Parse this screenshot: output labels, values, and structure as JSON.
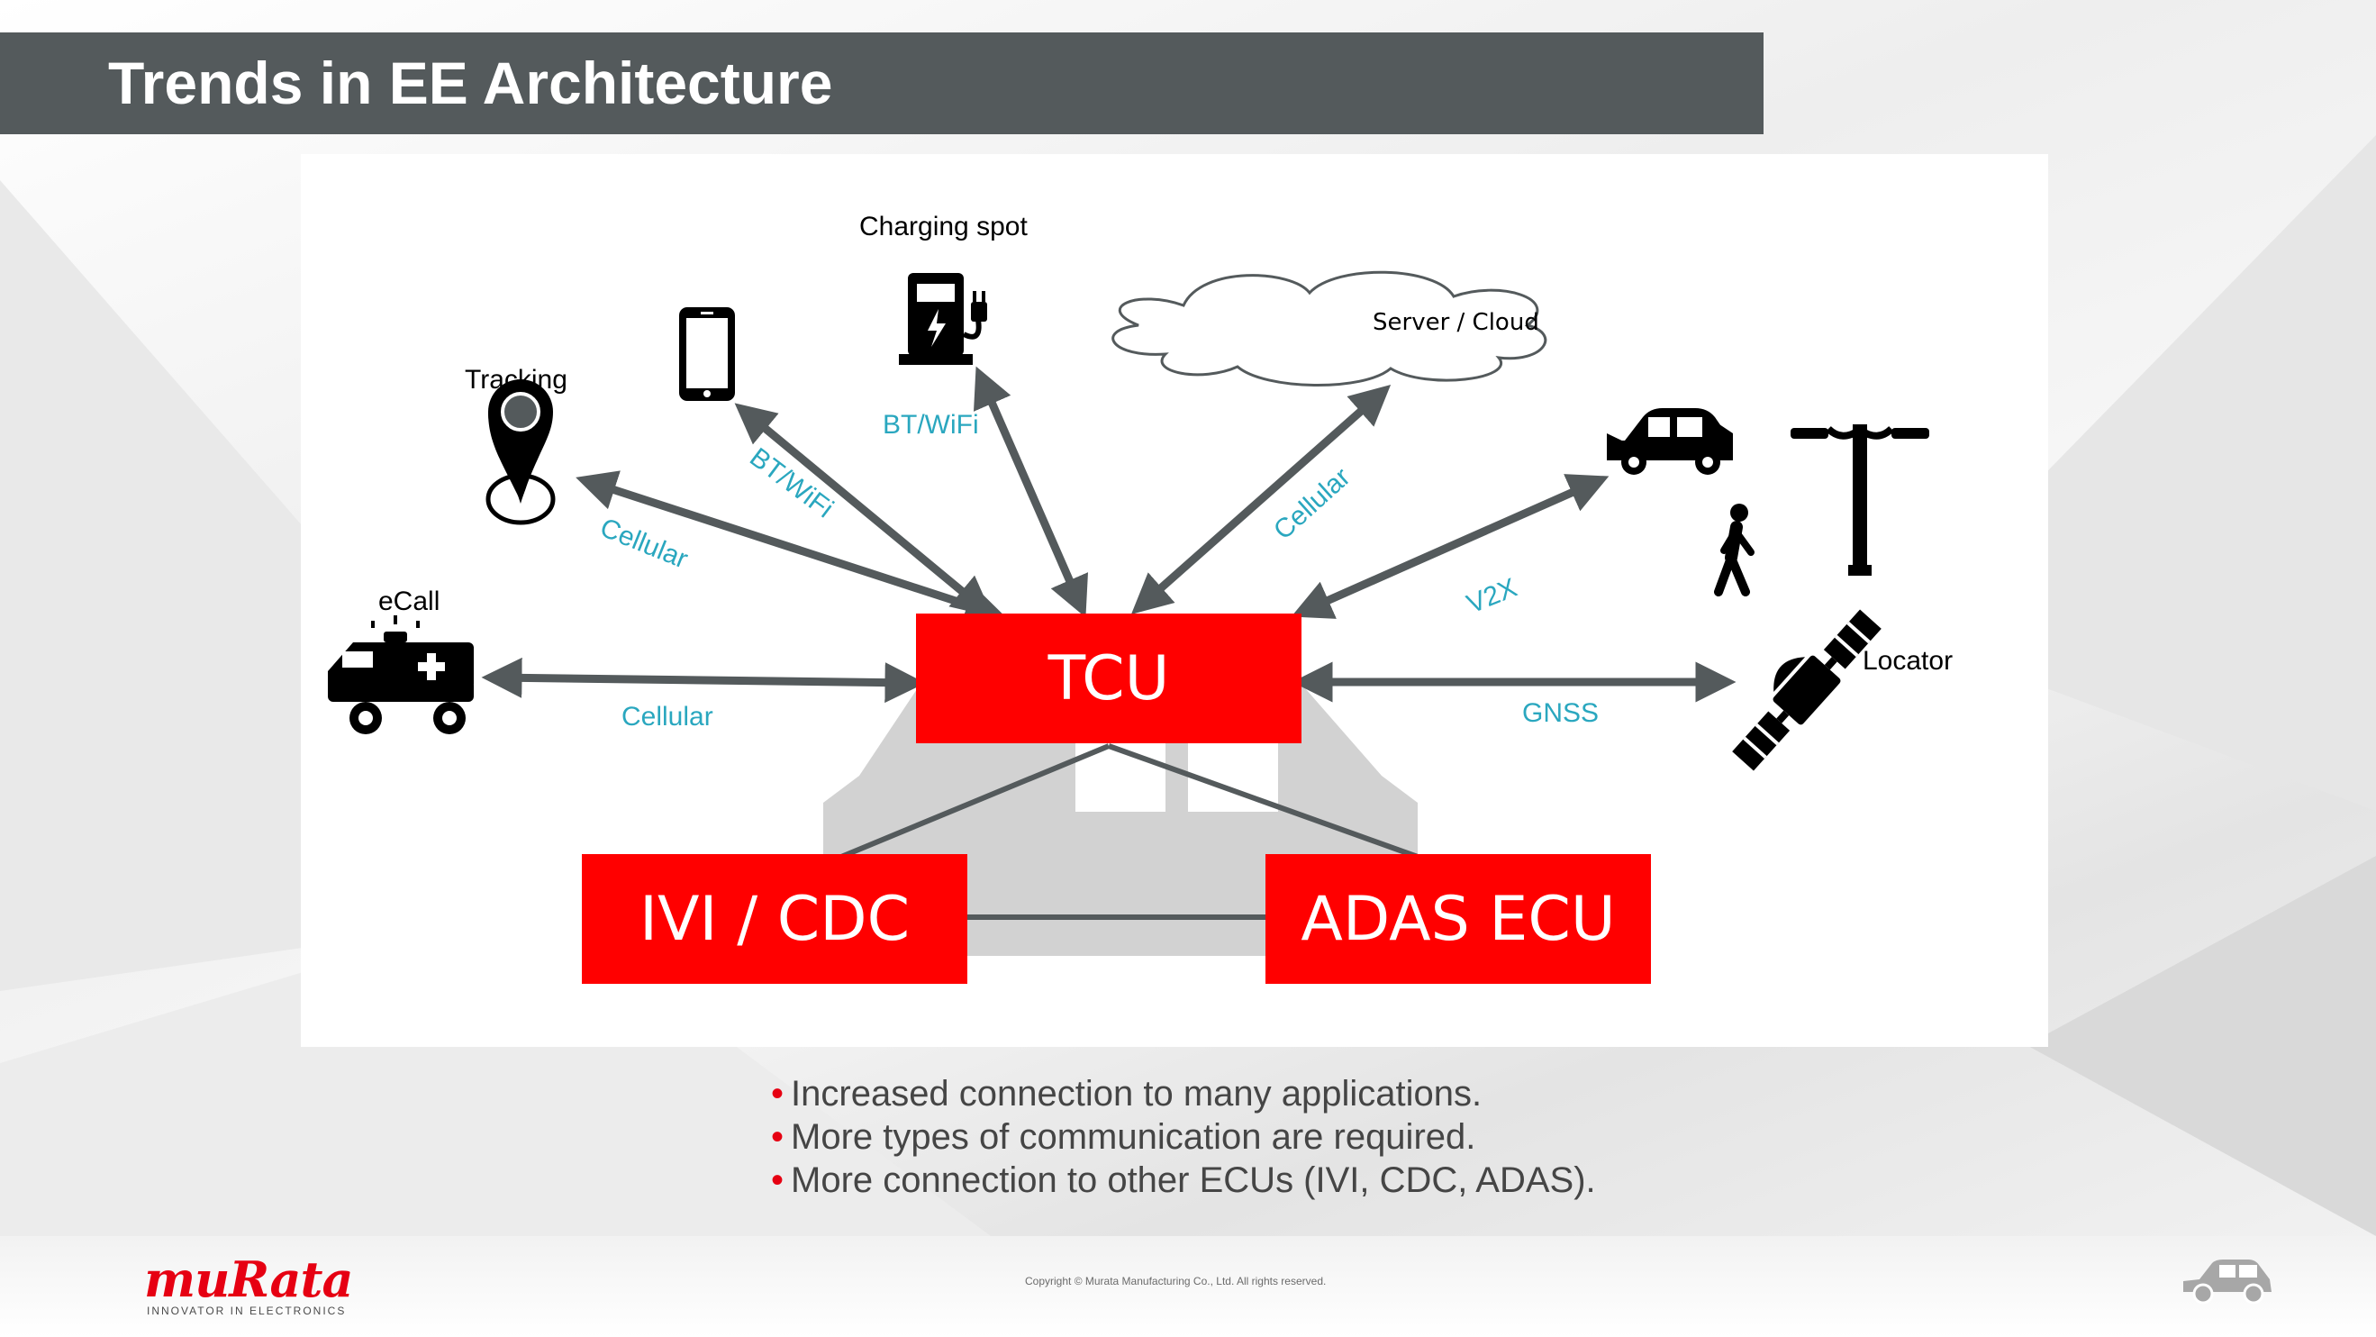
{
  "slide": {
    "title": "Trends in EE Architecture"
  },
  "diagram": {
    "hub": "TCU",
    "ecus": [
      "IVI / CDC",
      "ADAS ECU"
    ],
    "endpoints": {
      "charging": "Charging spot",
      "cloud": "Server / Cloud",
      "tracking": "Tracking",
      "ecall": "eCall",
      "locator": "Locator"
    },
    "links": {
      "tracking": "Cellular",
      "phone": "BT/WiFi",
      "charging": "BT/WiFi",
      "cloud": "Cellular",
      "v2x": "V2X",
      "ecall": "Cellular",
      "gnss": "GNSS"
    },
    "icons": [
      "map-pin-icon",
      "smartphone-icon",
      "ev-charger-icon",
      "cloud-icon",
      "car-icon",
      "pedestrian-icon",
      "street-lamp-icon",
      "ambulance-icon",
      "satellite-icon"
    ],
    "colors": {
      "box": "#ff0000",
      "arrow": "#545a5c",
      "link_label": "#2aa7bf"
    }
  },
  "bullets": [
    "Increased connection to many applications.",
    "More types of communication are required.",
    "More connection to other ECUs (IVI, CDC, ADAS)."
  ],
  "footer": {
    "logo": "muRata",
    "tagline": "INNOVATOR IN ELECTRONICS",
    "copyright": "Copyright © Murata Manufacturing Co., Ltd. All rights reserved."
  }
}
